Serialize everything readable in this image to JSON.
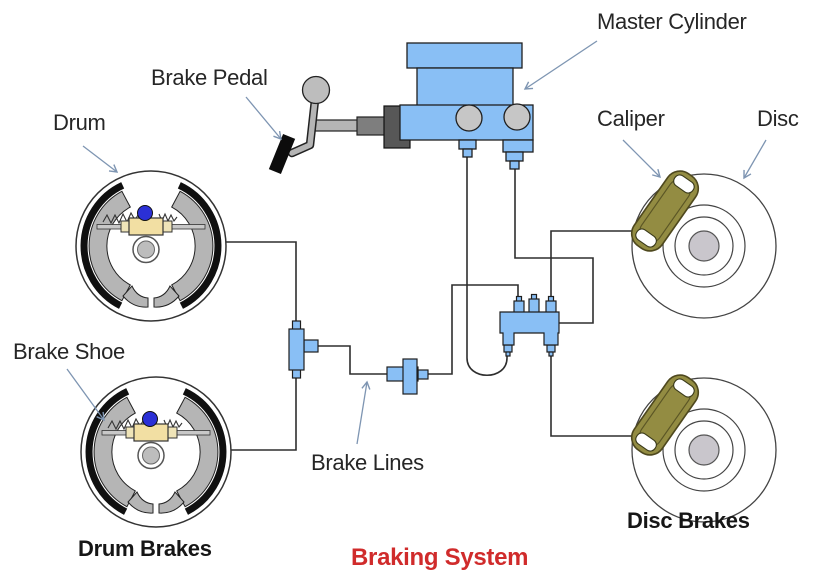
{
  "title": {
    "text": "Braking System",
    "color": "#d02b2b"
  },
  "labels": {
    "master_cylinder": "Master Cylinder",
    "brake_pedal": "Brake Pedal",
    "drum": "Drum",
    "caliper": "Caliper",
    "disc": "Disc",
    "brake_shoe": "Brake Shoe",
    "brake_lines": "Brake Lines",
    "drum_brakes": "Drum Brakes",
    "disc_brakes": "Disc Brakes"
  },
  "colors": {
    "hydraulic_component_blue": "#89bff5",
    "caliper_olive": "#938c42",
    "title_red": "#d02b2b",
    "label_text": "#262626",
    "arrow_blue_gray": "#7e95b2",
    "brake_line": "#2e2e2e",
    "shoe_gray": "#b5b5b5",
    "wheel_cylinder_tan": "#f2dfa3",
    "spring_ball_blue": "#2b30d6"
  }
}
